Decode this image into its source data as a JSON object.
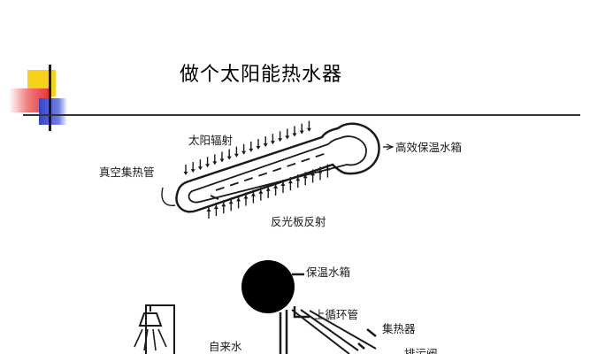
{
  "slide": {
    "title": "做个太阳能热水器"
  },
  "diagram": {
    "labels": {
      "solar_radiation": "太阳辐射",
      "insulated_tank_top": "高效保温水箱",
      "vacuum_tube": "真空集热管",
      "reflector": "反光板反射",
      "insulated_tank": "保温水箱",
      "upper_circulation_pipe": "上循环管",
      "collector": "集热器",
      "tap_water": "自来水",
      "drain_valve": "排污阀"
    }
  }
}
